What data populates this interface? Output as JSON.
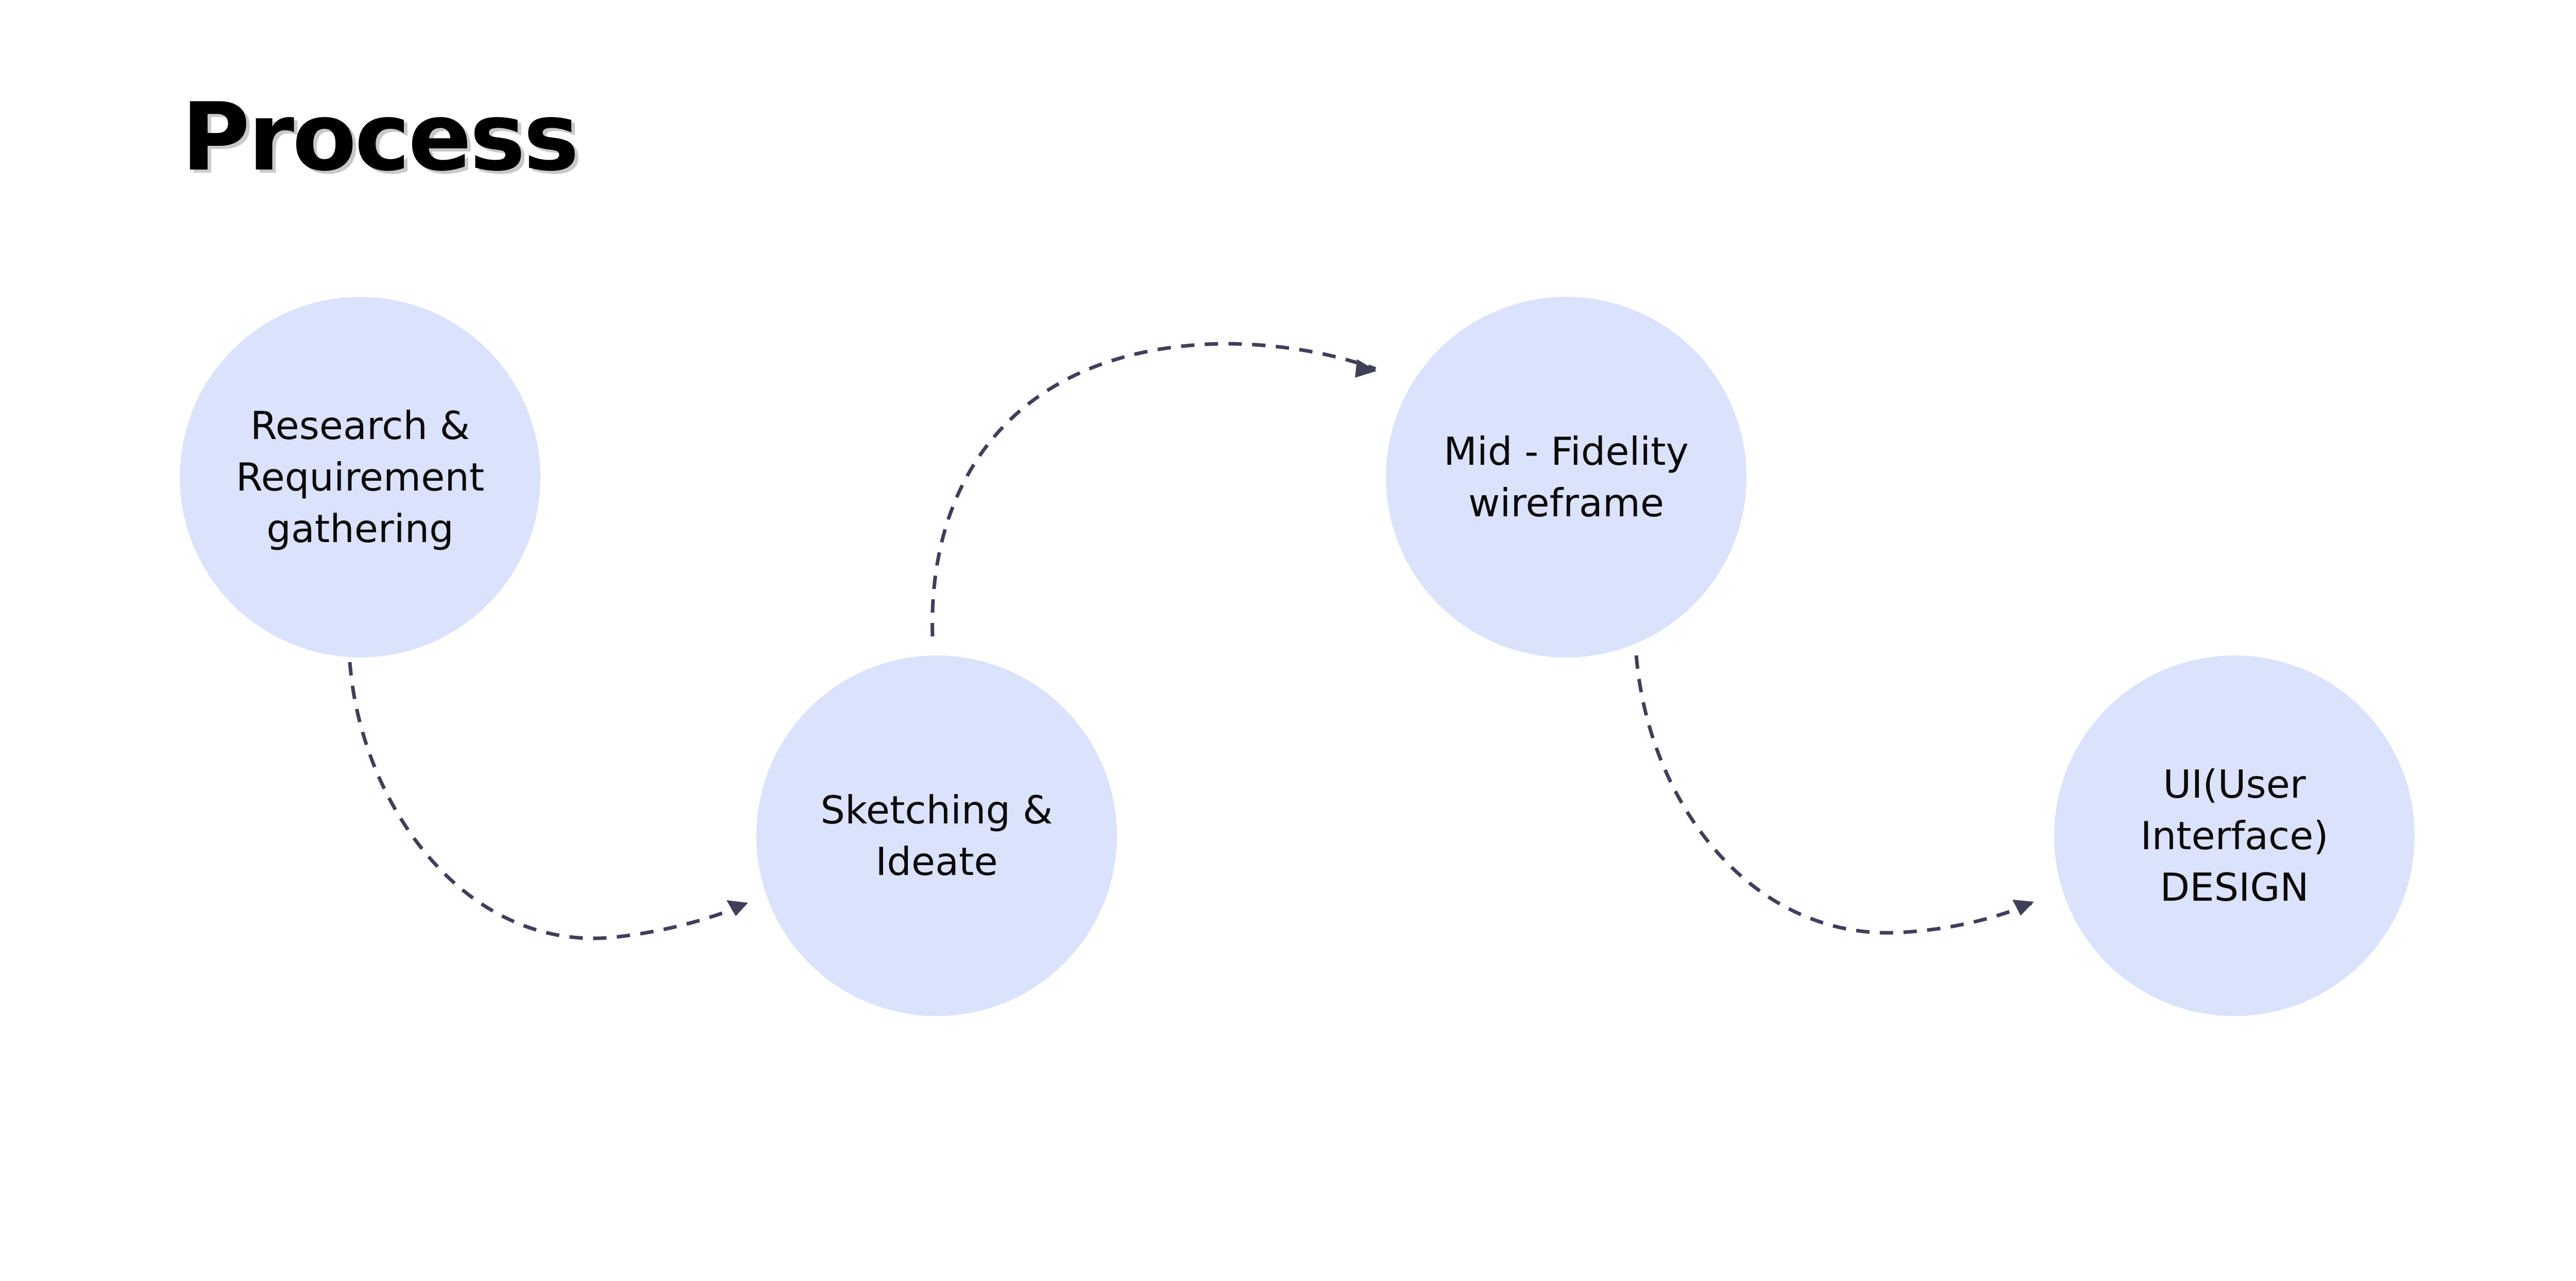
{
  "title": "Process",
  "colors": {
    "circle_fill": "#dbe2fc",
    "connector": "#3f3f5a",
    "title_shadow": "#c9c9c9"
  },
  "steps": [
    {
      "label": "Research &\nRequirement\ngathering"
    },
    {
      "label": "Sketching &\nIdeate"
    },
    {
      "label": "Mid - Fidelity\nwireframe"
    },
    {
      "label": "UI(User\nInterface)\nDESIGN"
    }
  ],
  "connectors": [
    {
      "from": "Research & Requirement gathering",
      "to": "Sketching & Ideate",
      "style": "dashed-arrow"
    },
    {
      "from": "Sketching & Ideate",
      "to": "Mid - Fidelity wireframe",
      "style": "dashed-arrow"
    },
    {
      "from": "Mid - Fidelity wireframe",
      "to": "UI(User Interface) DESIGN",
      "style": "dashed-arrow"
    }
  ]
}
